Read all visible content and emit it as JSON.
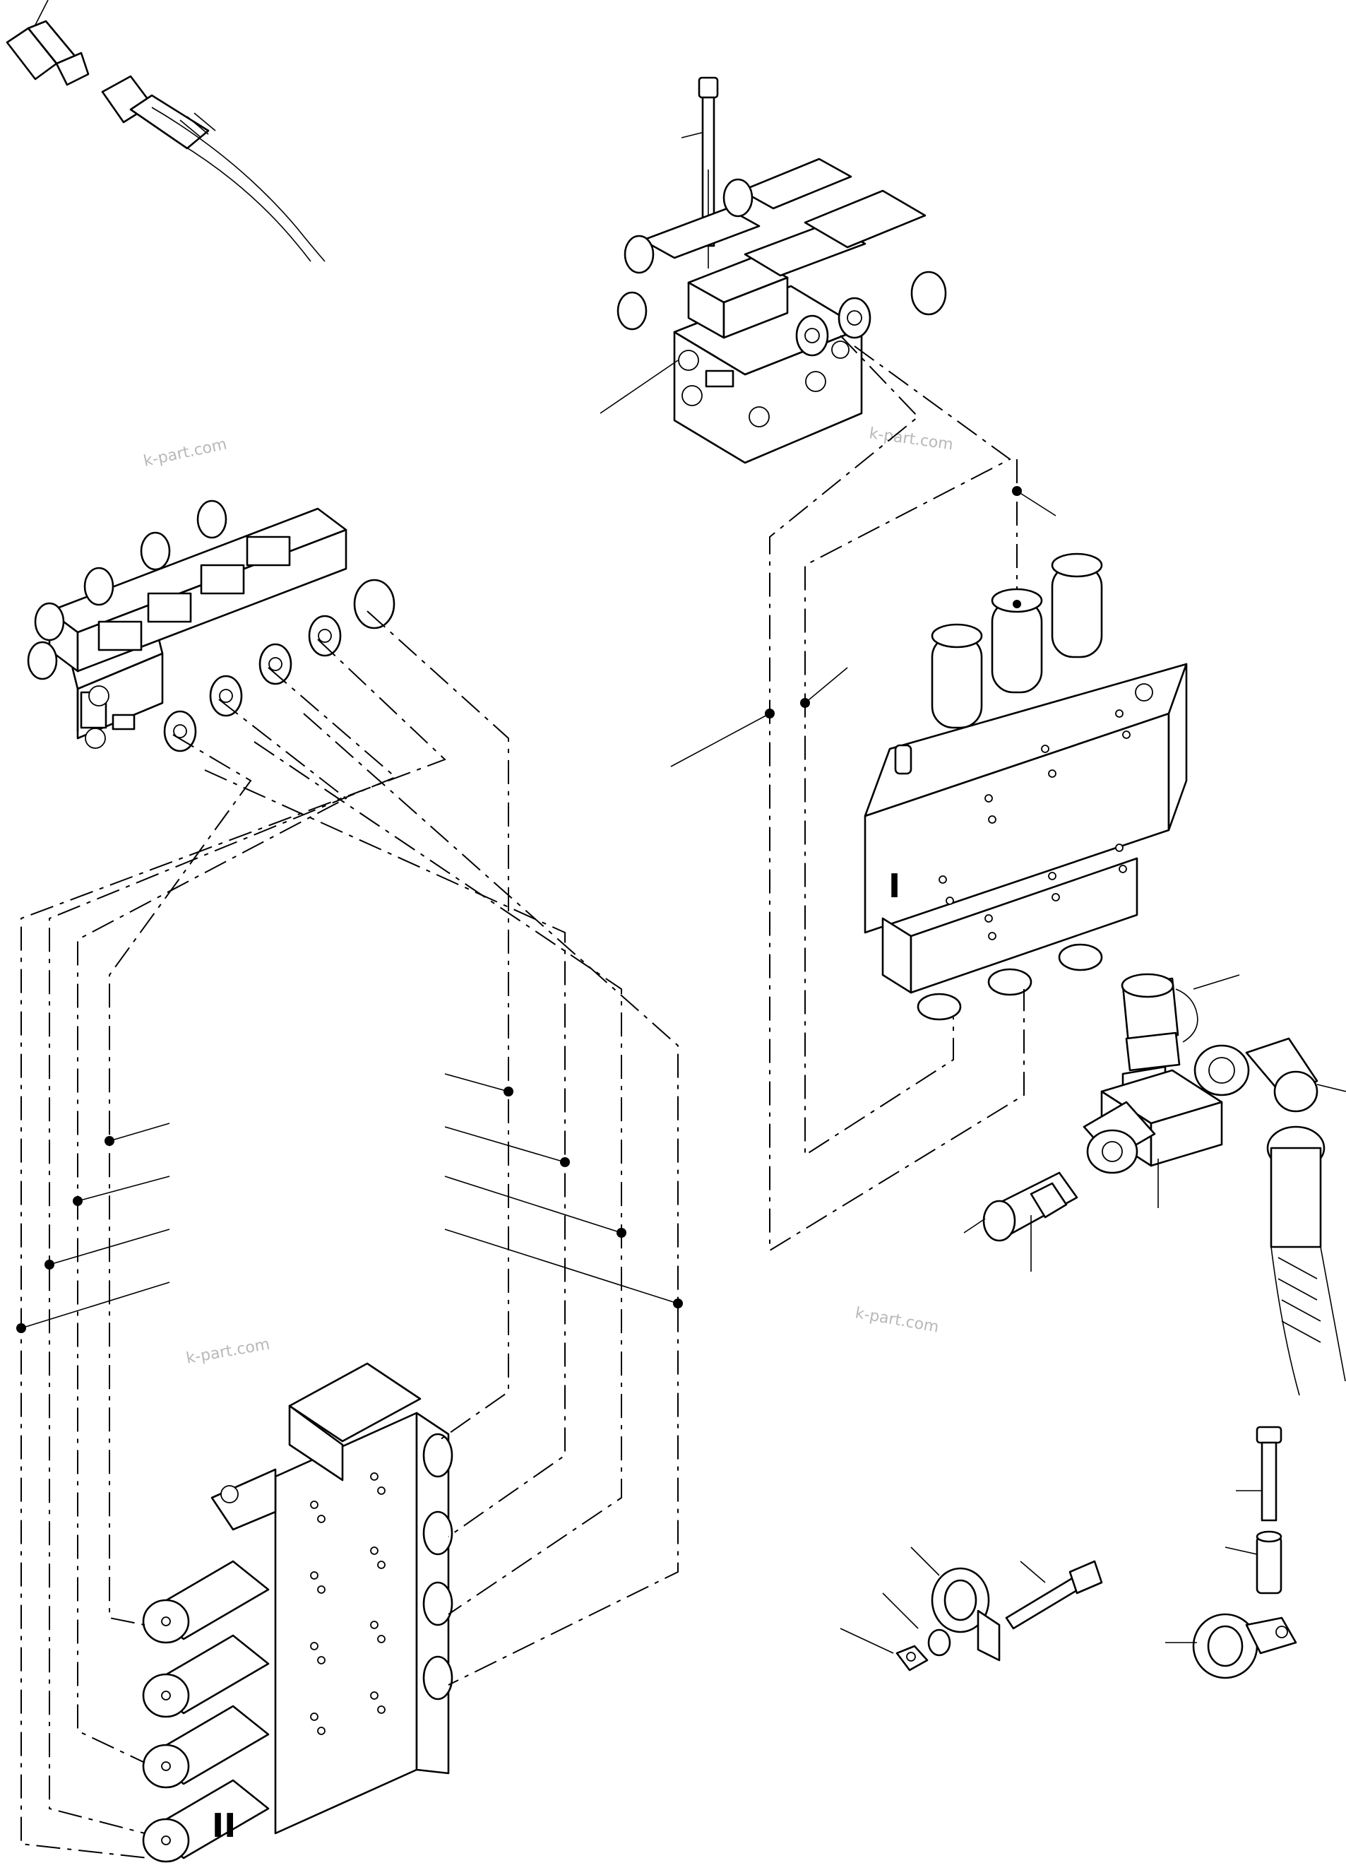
{
  "watermarks": [
    "k-part.com",
    "k-part.com",
    "k-part.com",
    "k-part.com"
  ],
  "valve_labels": {
    "valve_one": "I",
    "valve_two": "II"
  }
}
